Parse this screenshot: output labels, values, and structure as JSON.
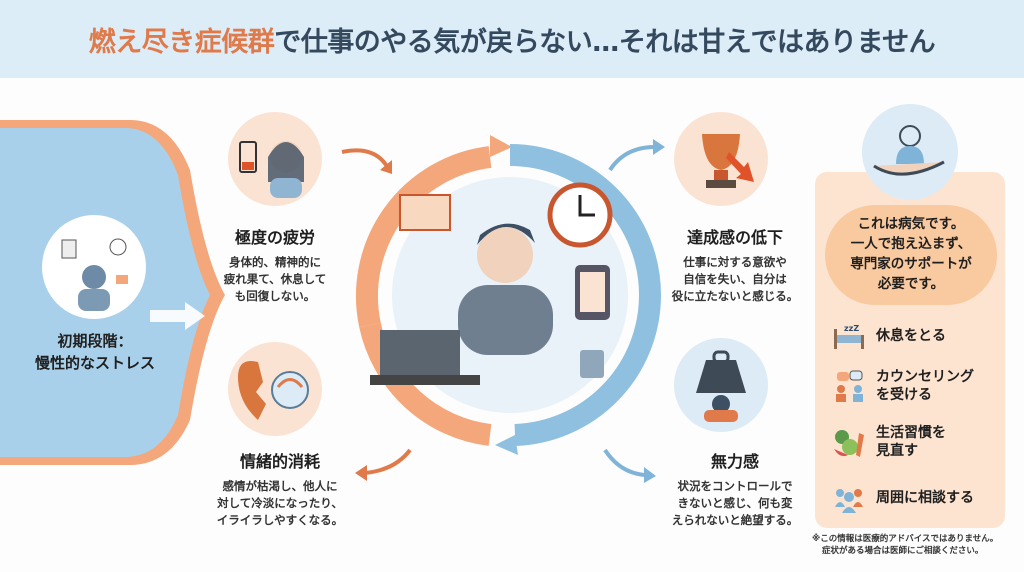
{
  "title": {
    "highlight": "燃え尽き症候群",
    "rest": "で仕事のやる気が戻らない…それは甘えではありません"
  },
  "stage": {
    "line1": "初期段階：",
    "line2": "慢性的なストレス"
  },
  "symptoms": [
    {
      "title": "極度の疲労",
      "desc": [
        "身体的、精神的に",
        "疲れ果て、休息して",
        "も回復しない。"
      ]
    },
    {
      "title": "達成感の低下",
      "desc": [
        "仕事に対する意欲や",
        "自信を失い、自分は",
        "役に立たないと感じる。"
      ]
    },
    {
      "title": "情緒的消耗",
      "desc": [
        "感情が枯渇し、他人に",
        "対して冷淡になったり、",
        "イライラしやすくなる。"
      ]
    },
    {
      "title": "無力感",
      "desc": [
        "状況をコントロールで",
        "きないと感じ、何も変",
        "えられないと絶望する。"
      ]
    }
  ],
  "advice": {
    "bubble": [
      "これは病気です。",
      "一人で抱え込まず、",
      "専門家のサポートが",
      "必要です。"
    ],
    "items": [
      {
        "icon": "bed-icon",
        "label": [
          "休息をとる"
        ]
      },
      {
        "icon": "counseling-icon",
        "label": [
          "カウンセリング",
          "を受ける"
        ]
      },
      {
        "icon": "vegetables-icon",
        "label": [
          "生活習慣を",
          "見直す"
        ]
      },
      {
        "icon": "people-icon",
        "label": [
          "周囲に相談する"
        ]
      }
    ]
  },
  "note": [
    "※この情報は医療的アドバイスではありません。",
    "症状がある場合は医師にご相談ください。"
  ],
  "colors": {
    "orange": "#e07a4a",
    "blue": "#7fb3d8",
    "title": "#34495e"
  }
}
